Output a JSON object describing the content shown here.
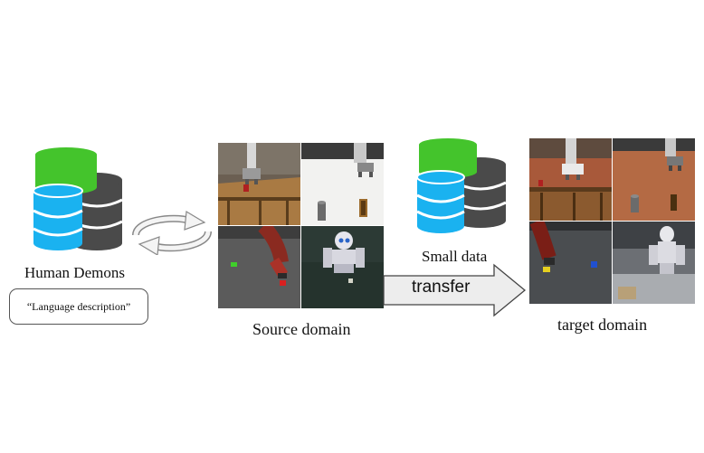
{
  "human": {
    "caption": "Human Demons",
    "language_box": "“Language description”",
    "icon": "database-stack-icon"
  },
  "cycle_icon": "circular-arrows-icon",
  "source": {
    "caption": "Source domain",
    "panels": [
      "wooden-table-robot-scene",
      "white-table-gripper-scene",
      "red-arm-cube-scene",
      "humanoid-robot-scene"
    ]
  },
  "small_data": {
    "caption": "Small data",
    "icon": "database-stack-icon"
  },
  "transfer": {
    "label": "transfer",
    "icon": "right-arrow-icon"
  },
  "target": {
    "caption": "target domain",
    "panels": [
      "textured-table-robot-scene",
      "textured-table-gripper-scene",
      "red-arm-cubes-scene",
      "humanoid-robot-real-scene"
    ]
  },
  "colors": {
    "db_green": "#44c42c",
    "db_blue": "#1ab2f0",
    "db_gray": "#4a4a4a"
  }
}
